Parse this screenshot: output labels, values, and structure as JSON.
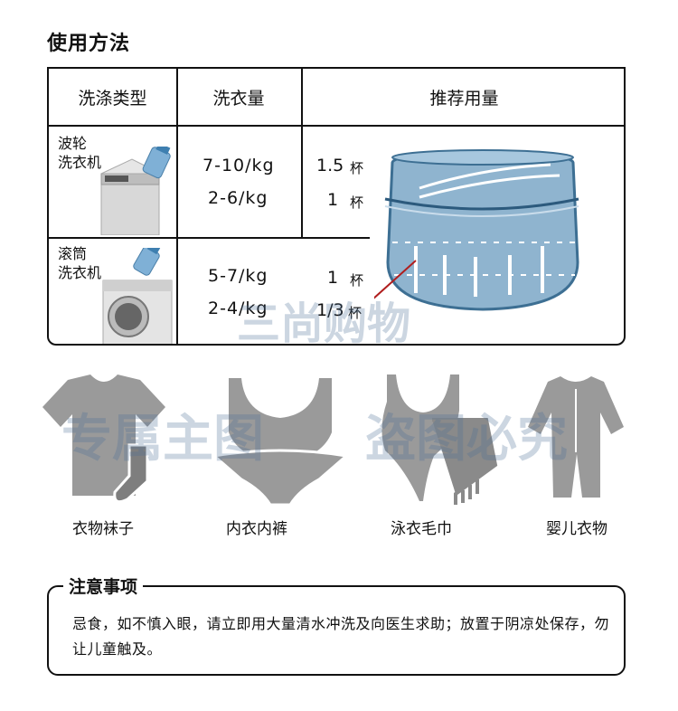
{
  "section_title": "使用方法",
  "table": {
    "headers": [
      "洗涤类型",
      "洗衣量",
      "推荐用量"
    ],
    "rows": [
      {
        "type_line1": "波轮",
        "type_line2": "洗衣机",
        "loads": [
          "7-10/kg",
          "2-6/kg"
        ],
        "doses": [
          {
            "num": "1.5",
            "unit": "杯"
          },
          {
            "num": "1",
            "unit": "杯"
          }
        ]
      },
      {
        "type_line1": "滚筒",
        "type_line2": "洗衣机",
        "loads": [
          "5-7/kg",
          "2-4/kg"
        ],
        "doses": [
          {
            "num": "1",
            "unit": "杯"
          },
          {
            "num": "1/3",
            "unit": "杯"
          }
        ]
      }
    ]
  },
  "clothes": [
    {
      "label": "衣物袜子",
      "icon": "tshirt-sock-icon"
    },
    {
      "label": "内衣内裤",
      "icon": "underwear-icon"
    },
    {
      "label": "泳衣毛巾",
      "icon": "swimsuit-towel-icon"
    },
    {
      "label": "婴儿衣物",
      "icon": "baby-clothes-icon"
    }
  ],
  "notice": {
    "title": "注意事项",
    "text": "忌食，如不慎入眼，请立即用大量清水冲洗及向医生求助；放置于阴凉处保存，勿让儿童触及。"
  },
  "watermarks": [
    "三尚购物",
    "专属主图",
    "盗图必究"
  ],
  "colors": {
    "cup": "#8fb4cf",
    "icon_gray": "#9a9a9a",
    "watermark": "#4a6e97"
  }
}
